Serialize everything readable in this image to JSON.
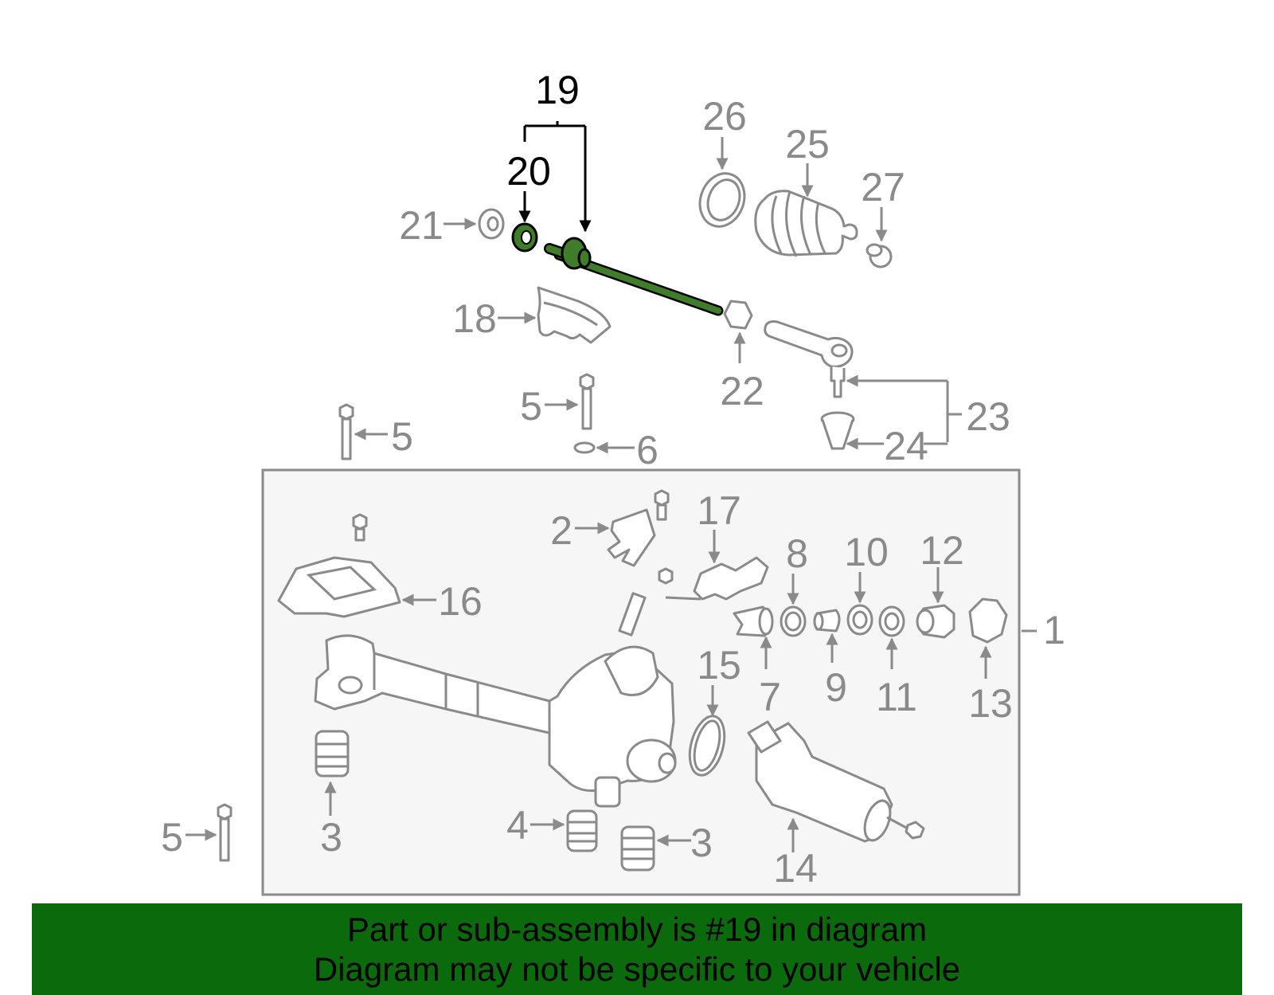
{
  "diagram": {
    "highlight_color": "#3f7d2a",
    "callouts": {
      "c1": "1",
      "c2": "2",
      "c3a": "3",
      "c3b": "3",
      "c4": "4",
      "c5a": "5",
      "c5b": "5",
      "c5c": "5",
      "c6": "6",
      "c7": "7",
      "c8": "8",
      "c9": "9",
      "c10": "10",
      "c11": "11",
      "c12": "12",
      "c13": "13",
      "c14": "14",
      "c15": "15",
      "c16": "16",
      "c17": "17",
      "c18": "18",
      "c19": "19",
      "c20": "20",
      "c21": "21",
      "c22": "22",
      "c23": "23",
      "c24": "24",
      "c25": "25",
      "c26": "26",
      "c27": "27"
    }
  },
  "footer": {
    "line1": "Part or sub-assembly is #19 in diagram",
    "line2": "Diagram may not be specific to your vehicle",
    "background": "#0b6a0b"
  }
}
